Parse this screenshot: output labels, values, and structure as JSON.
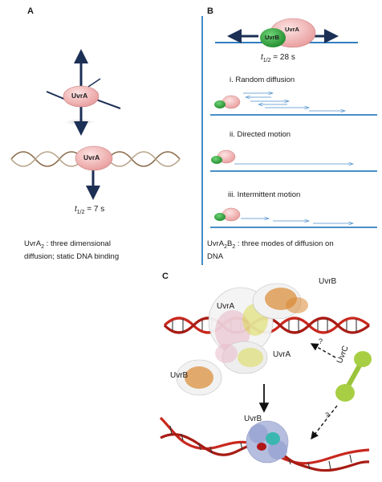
{
  "panel_a": {
    "letter": "A",
    "protein_top": "UvrA",
    "protein_dna": "UvrA",
    "half_life_prefix": "t",
    "half_life_sub": "1/2",
    "half_life_value": "= 7 s",
    "caption_line1_pre": "UvrA",
    "caption_line1_sub": "2",
    "caption_line1_post": " : three dimensional",
    "caption_line2": "diffusion; static DNA binding"
  },
  "panel_b": {
    "letter": "B",
    "protein_b": "UvrB",
    "protein_a": "UvrA",
    "half_life_prefix": "t",
    "half_life_sub": "1/2",
    "half_life_value": "= 28 s",
    "mode1": "i. Random diffusion",
    "mode2": "ii. Directed motion",
    "mode3": "iii. Intermittent motion",
    "caption_line1_a": "UvrA",
    "caption_line1_sub1": "2",
    "caption_line1_b": "B",
    "caption_line1_sub2": "2",
    "caption_line1_post": " : three modes of diffusion on",
    "caption_line2": "DNA"
  },
  "panel_c": {
    "letter": "C",
    "uvrb_top": "UvrB",
    "uvra_top": "UvrA",
    "uvra_mid": "UvrA",
    "uvrb_left": "UvrB",
    "uvrb_bottom": "UvrB",
    "uvrc": "UvrC",
    "q1": "?",
    "q2": "?"
  },
  "colors": {
    "uvra_pink": "#f2b8b8",
    "uvrb_green": "#2e9e3a",
    "dna_blue": "#2f7fc0",
    "arrow_navy": "#1c2f55",
    "dna_red": "#c8281e",
    "uvrc_green": "#9bc43a",
    "uvrb_orange": "#d9842a"
  }
}
